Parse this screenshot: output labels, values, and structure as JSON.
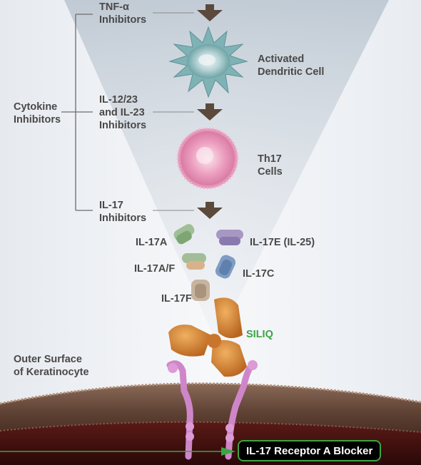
{
  "labels": {
    "tnf": [
      "TNF-α",
      "Inhibitors"
    ],
    "dendritic": [
      "Activated",
      "Dendritic Cell"
    ],
    "cytokine": [
      "Cytokine",
      "Inhibitors"
    ],
    "il1223": [
      "IL-12/23",
      "and IL-23",
      "Inhibitors"
    ],
    "th17": [
      "Th17",
      "Cells"
    ],
    "il17inh": [
      "IL-17",
      "Inhibitors"
    ],
    "il17a": "IL-17A",
    "il17e": "IL-17E (IL-25)",
    "il17af": "IL-17A/F",
    "il17c": "IL-17C",
    "il17f": "IL-17F",
    "siliq": "SILIQ",
    "outer": [
      "Outer Surface",
      "of Keratinocyte"
    ],
    "blocker": "IL-17 Receptor A Blocker"
  },
  "colors": {
    "label": "#4a4848",
    "arrow": "#5b4a3c",
    "accent_green": "#3aa544",
    "dendritic": "#9cc6c8",
    "th17": "#e7a1be",
    "antibody": "#d98a3a",
    "receptor": "#cf86c9",
    "membrane": "#6a4a3a"
  }
}
